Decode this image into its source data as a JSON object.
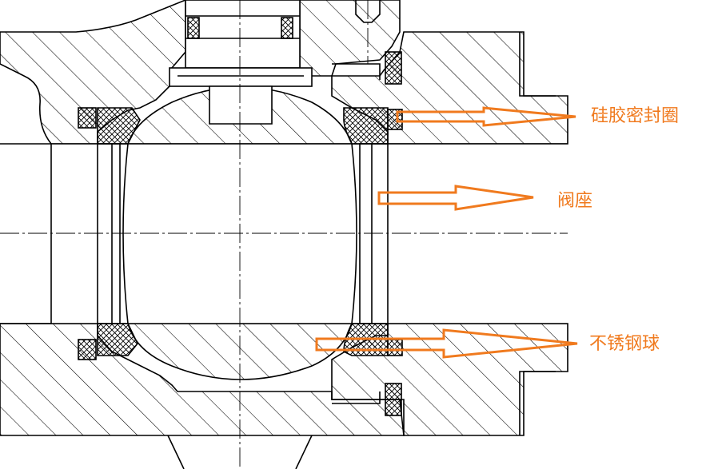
{
  "colors": {
    "line": "#000000",
    "hatch": "#000000",
    "callout": "#f07a1e",
    "background": "#ffffff"
  },
  "callouts": [
    {
      "id": "silicone",
      "label": "硅胶密封圈"
    },
    {
      "id": "seat",
      "label": "阀座"
    },
    {
      "id": "ball",
      "label": "不锈钢球"
    }
  ]
}
